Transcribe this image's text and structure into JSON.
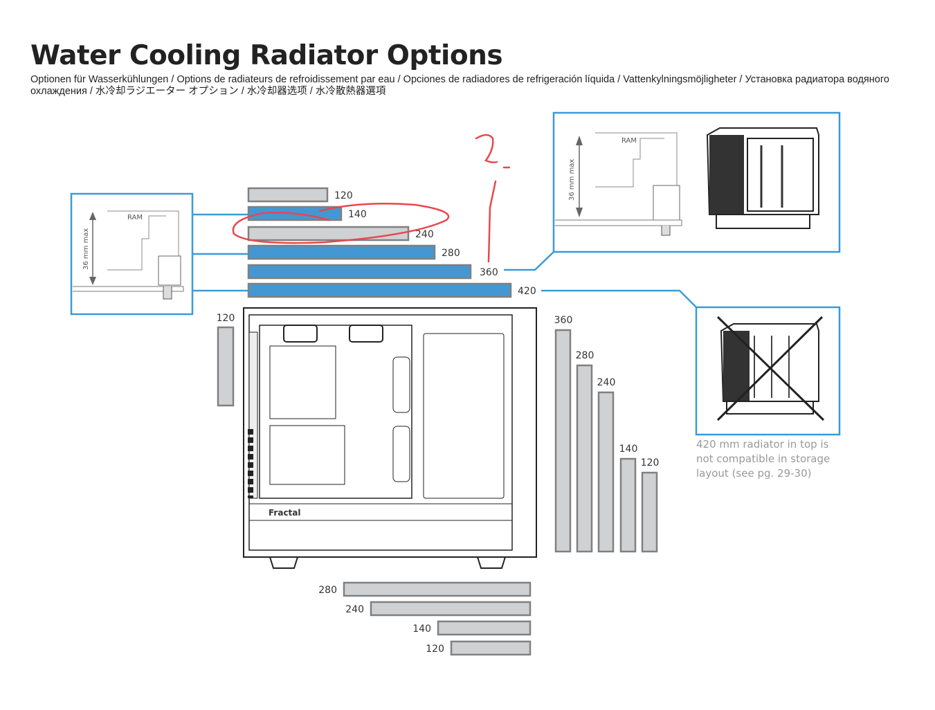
{
  "title": "Water Cooling Radiator Options",
  "subtitle": "Optionen für Wasserkühlungen / Options de radiateurs de refroidissement par eau / Opciones de radiadores de refrigeración líquida / Vattenkylningsmöjligheter / Установка радиатора водяного охлаждения / 水冷却ラジエーター オプション / 水冷却器选项 / 水冷散熱器選項",
  "colors": {
    "supported": "#4398d3",
    "unsupported": "#d0d1d3",
    "outline": "#808080",
    "callout": "#3a9ad9",
    "annotation": "#e8474c"
  },
  "top_radiators": [
    {
      "size": "120",
      "highlighted": false
    },
    {
      "size": "140",
      "highlighted": true
    },
    {
      "size": "240",
      "highlighted": false
    },
    {
      "size": "280",
      "highlighted": true
    },
    {
      "size": "360",
      "highlighted": true
    },
    {
      "size": "420",
      "highlighted": true
    }
  ],
  "rear_radiators": [
    {
      "size": "120"
    }
  ],
  "front_radiators": [
    {
      "size": "360"
    },
    {
      "size": "280"
    },
    {
      "size": "240"
    },
    {
      "size": "140"
    },
    {
      "size": "120"
    }
  ],
  "bottom_radiators": [
    {
      "size": "280"
    },
    {
      "size": "240"
    },
    {
      "size": "140"
    },
    {
      "size": "120"
    }
  ],
  "ram_callout_left": {
    "ram_label": "RAM",
    "clearance": "36 mm max"
  },
  "ram_callout_right": {
    "ram_label": "RAM",
    "clearance": "36 mm max"
  },
  "case_brand": "Fractal",
  "storage_note": "420 mm radiator in top is not compatible in storage layout (see pg. 29-30)",
  "annotation_icon": "handwritten-question-mark"
}
